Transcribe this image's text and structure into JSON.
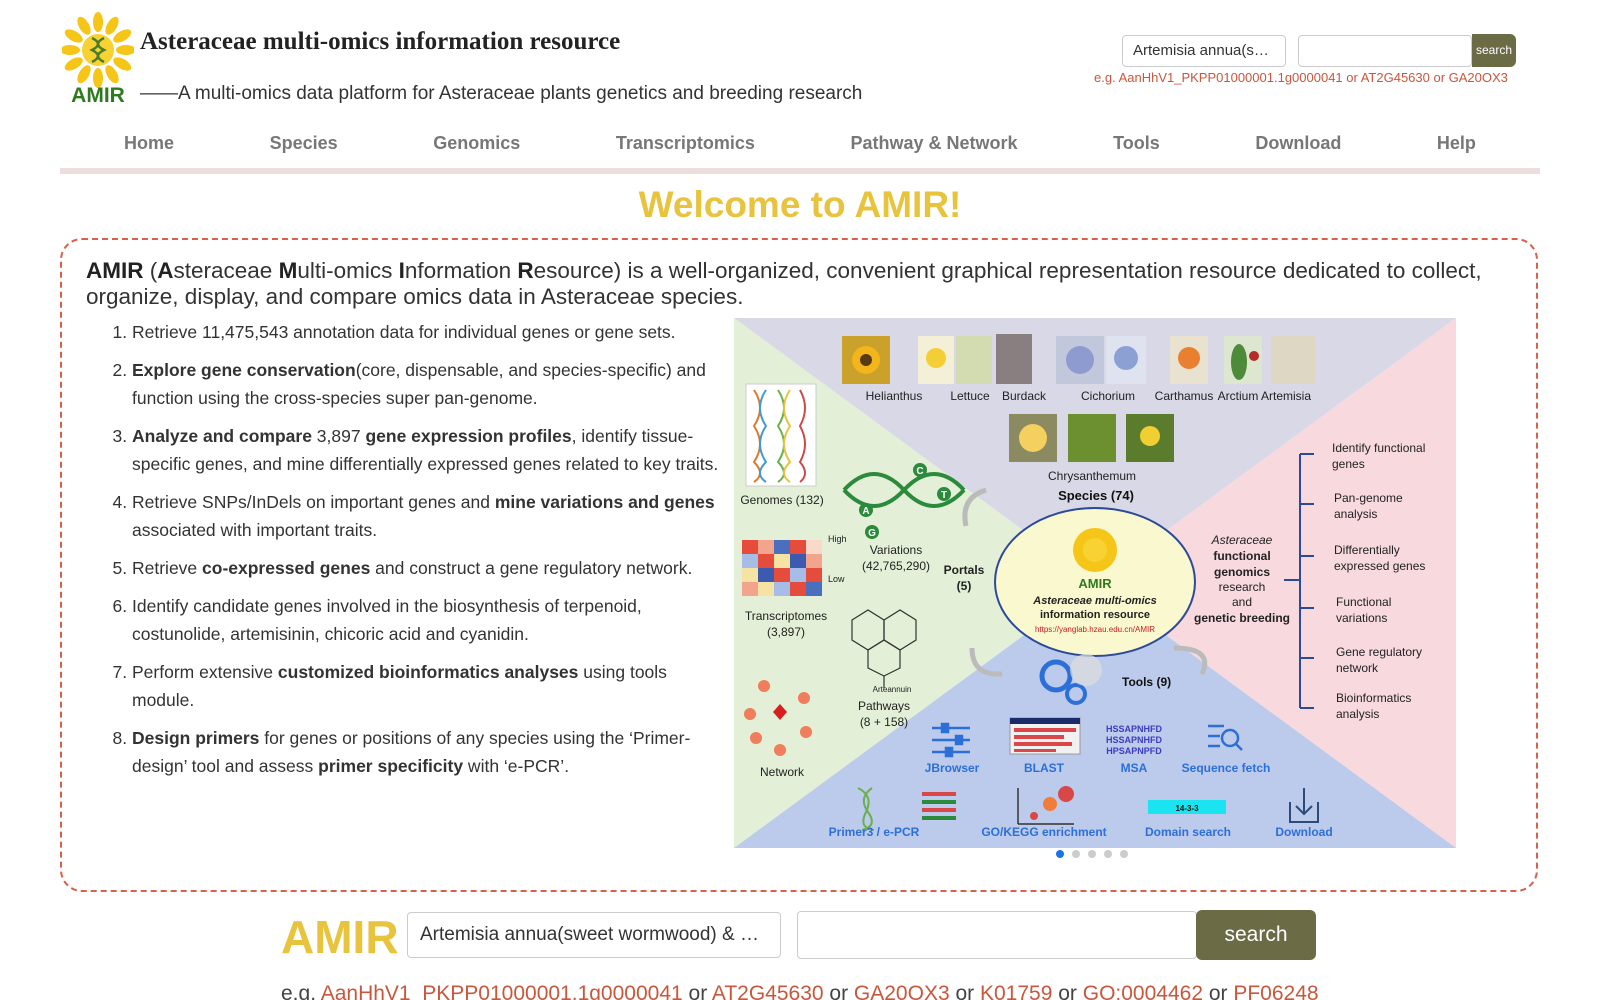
{
  "header": {
    "title": "Asteraceae multi-omics information resource",
    "subtitle": "——A multi-omics data platform for Asteraceae plants genetics and breeding research",
    "logo_text": "AMIR",
    "species_select": "Artemisia annua(s…",
    "search_label": "search",
    "example": "e.g. AanHhV1_PKPP01000001.1g0000041 or AT2G45630 or GA20OX3"
  },
  "nav": {
    "items": [
      "Home",
      "Species",
      "Genomics",
      "Transcriptomics",
      "Pathway & Network",
      "Tools",
      "Download",
      "Help"
    ]
  },
  "welcome": "Welcome to AMIR!",
  "intro": {
    "amir": "AMIR",
    "open": " (",
    "a": "A",
    "a_rest": "steraceae ",
    "m": "M",
    "m_rest": "ulti-omics ",
    "i": "I",
    "i_rest": "nformation ",
    "r": "R",
    "r_rest": "esource) is a well-organized, convenient graphical representation resource dedicated to collect, organize, display, and compare omics data in Asteraceae species."
  },
  "features": {
    "f1": "Retrieve 11,475,543 annotation data for individual genes or gene sets.",
    "f2_b": "Explore gene conservation",
    "f2_t": "(core, dispensable, and species-specific) and function using the cross-species super pan-genome.",
    "f3_b1": "Analyze and compare",
    "f3_t1": " 3,897 ",
    "f3_b2": "gene expression profiles",
    "f3_t2": ", identify tissue-specific genes, and mine differentially expressed genes related to key traits.",
    "f4_t1": "Retrieve SNPs/InDels on important genes and ",
    "f4_b": "mine variations and genes",
    "f4_t2": " associated with important traits.",
    "f5_t1": "Retrieve ",
    "f5_b": "co-expressed genes",
    "f5_t2": " and construct a gene regulatory network.",
    "f6": "Identify candidate genes involved in the biosynthesis of terpenoid, costunolide, artemisinin, chicoric acid and cyanidin.",
    "f7_t1": "Perform extensive ",
    "f7_b": "customized bioinformatics analyses",
    "f7_t2": " using tools module.",
    "f8_b1": "Design primers",
    "f8_t1": " for genes or positions of any species using the ‘Primer-design’ tool and assess ",
    "f8_b2": "primer specificity",
    "f8_t2": " with ‘e-PCR’."
  },
  "slide": {
    "species_names": [
      "Helianthus",
      "Lettuce",
      "Burdack",
      "Cichorium",
      "Carthamus",
      "Arctium",
      "Artemisia"
    ],
    "chrysanthemum": "Chrysanthemum",
    "species_count": "Species (74)",
    "genomes": "Genomes (132)",
    "variations": "Variations",
    "variations_count": "(42,765,290)",
    "high": "High",
    "low": "Low",
    "transcriptomes": "Transcriptomes",
    "transcriptomes_count": "(3,897)",
    "portals": "Portals",
    "portals_count": "(5)",
    "artemisinin": "Arteannuin",
    "pathways": "Pathways",
    "pathways_count": "(8 + 158)",
    "network": "Network",
    "center_amir": "AMIR",
    "center_line1": "Asteraceae multi-omics",
    "center_line2": "information resource",
    "center_url": "https://yanglab.hzau.edu.cn/AMIR",
    "right_title1": "Asteraceae",
    "right_title2": "functional",
    "right_title3": "genomics",
    "right_title4": "research",
    "right_title5": "and",
    "right_title6": "genetic breeding",
    "right_items": [
      [
        "Identify functional",
        "genes"
      ],
      [
        "Pan-genome",
        "analysis"
      ],
      [
        "Differentially",
        "expressed genes"
      ],
      [
        "Functional",
        "variations"
      ],
      [
        "Gene regulatory",
        "network"
      ],
      [
        "Bioinformatics",
        "analysis"
      ]
    ],
    "tools": "Tools (9)",
    "tool_row1": [
      "JBrowser",
      "BLAST",
      "MSA",
      "Sequence fetch"
    ],
    "tool_row2": [
      "Primer3 / e-PCR",
      "GO/KEGG enrichment",
      "Domain search",
      "Download"
    ],
    "msa_lines": [
      "HSSAPNHFD",
      "HSSAPNHFD",
      "HPSAPNPFD"
    ],
    "domain_label": "14-3-3",
    "dna_letters": [
      "C",
      "T",
      "A",
      "G"
    ]
  },
  "bottom": {
    "logo": "AMIR",
    "species_select": "Artemisia annua(sweet wormwood) & H…",
    "search_label": "search",
    "eg": "e.g. ",
    "or": " or ",
    "examples": [
      "AanHhV1_PKPP01000001.1g0000041",
      "AT2G45630",
      "GA20OX3",
      "K01759",
      "GO:0004462",
      "PF06248"
    ]
  },
  "colors": {
    "accent_yellow": "#e8c33d",
    "link_orange": "#c8573c",
    "button_olive": "#6b6b46",
    "dashed_border": "#d9604a"
  }
}
